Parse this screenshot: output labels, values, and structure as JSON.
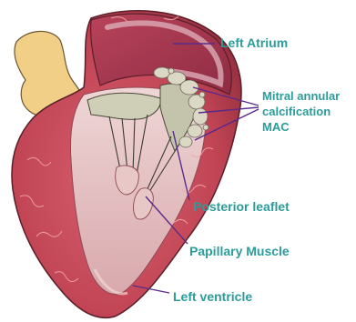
{
  "labels": {
    "left_atrium": "Left Atrium",
    "mac_line1": "Mitral annular",
    "mac_line2": "calcification",
    "mac_line3": "MAC",
    "posterior_leaflet": "Posterior leaflet",
    "papillary_muscle": "Papillary Muscle",
    "left_ventricle": "Left ventricle"
  },
  "colors": {
    "label_text": "#2a9d9b",
    "leader_line": "#5a2a8a",
    "myocardium": "#c94a5a",
    "myocardium_dark": "#9a2f40",
    "chamber": "#e7c2c4",
    "leaflet": "#c9c9b2",
    "aorta_stump": "#f2cf86",
    "calcification": "#dcd8c6"
  }
}
